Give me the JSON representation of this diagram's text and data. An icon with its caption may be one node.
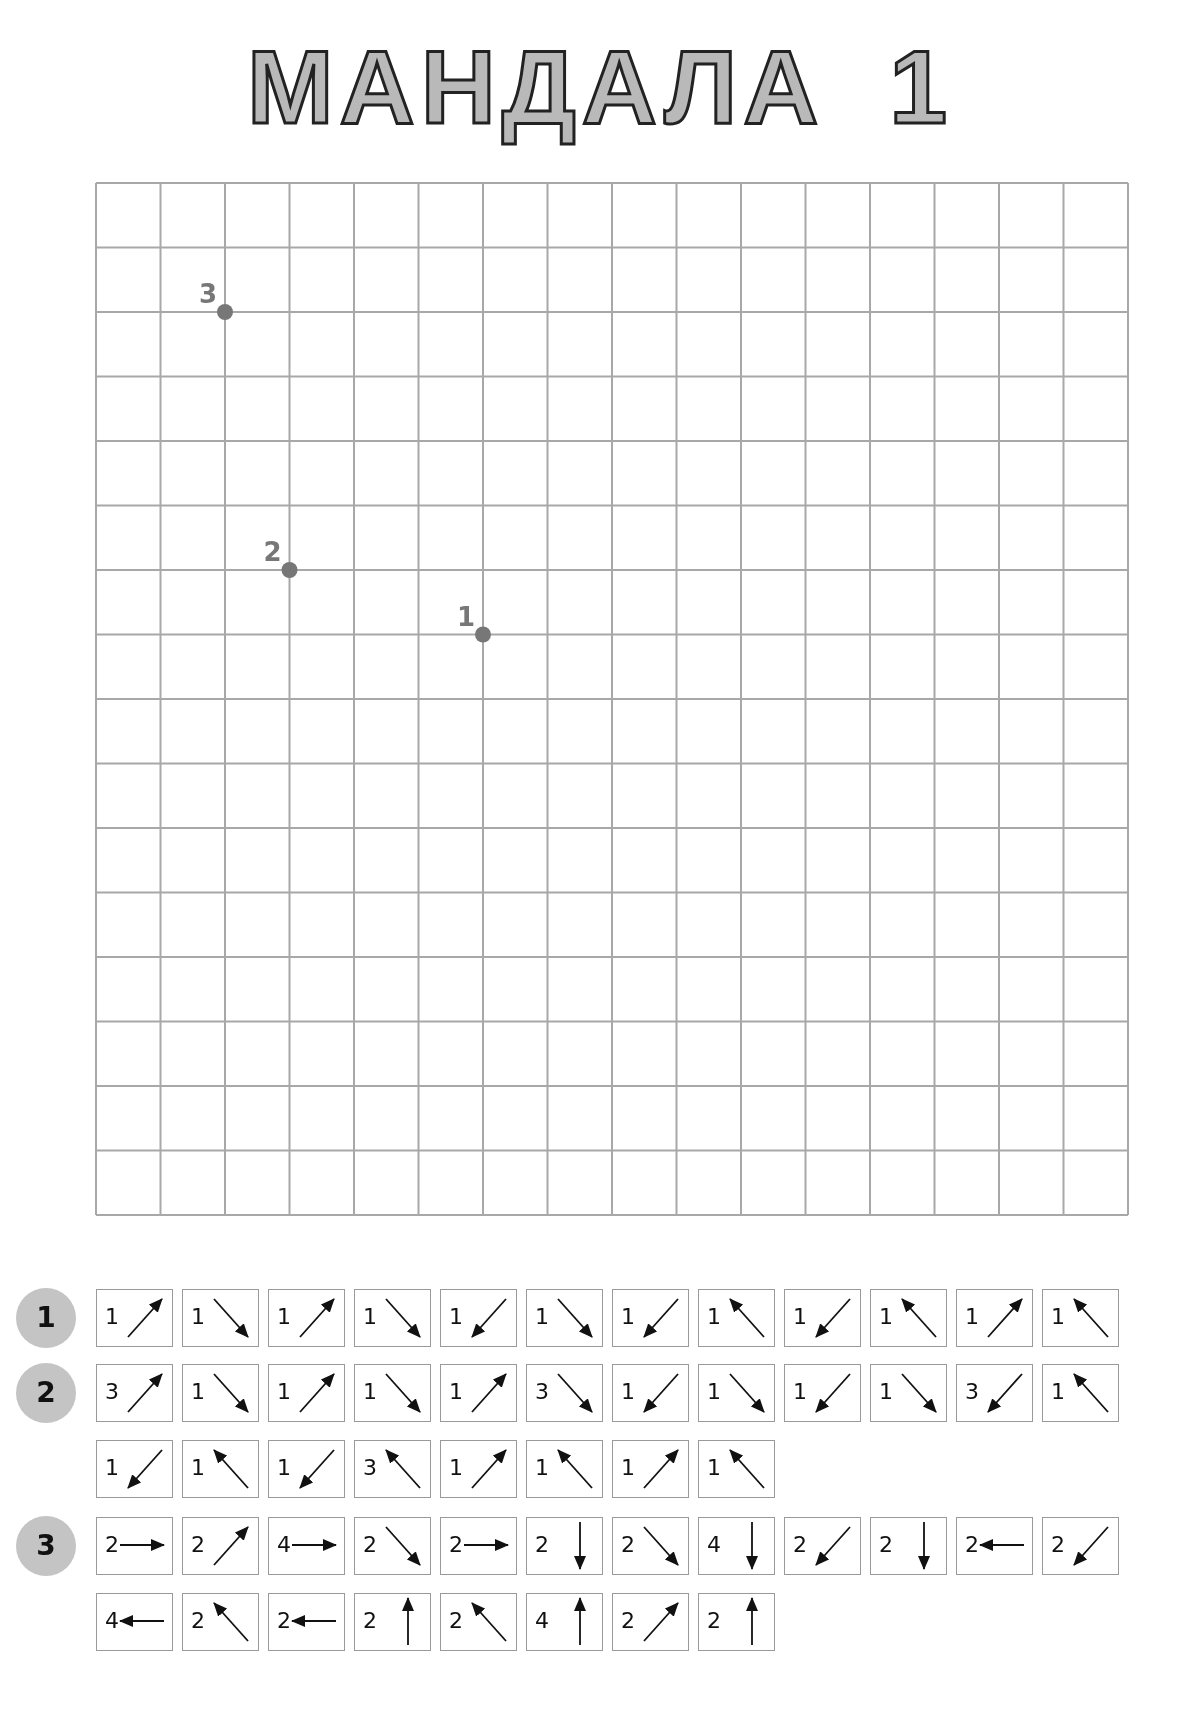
{
  "diagram": {
    "title": "МАНДАЛА 1",
    "nodes": [
      {
        "text": [
          "1"
        ]
      },
      {
        "text": [
          "1"
        ]
      },
      {
        "text": [
          "1"
        ]
      },
      {
        "text": [
          "1"
        ]
      },
      {
        "text": [
          "1"
        ]
      },
      {
        "text": [
          "1"
        ]
      },
      {
        "text": [
          "1"
        ]
      },
      {
        "text": [
          "1"
        ]
      },
      {
        "text": [
          "1"
        ]
      },
      {
        "text": [
          "1"
        ]
      },
      {
        "text": [
          "1"
        ]
      },
      {
        "text": [
          "1"
        ]
      },
      {
        "text": [
          "1"
        ]
      },
      {
        "text": [
          "2"
        ]
      },
      {
        "text": [
          "3"
        ]
      },
      {
        "text": [
          "1"
        ]
      },
      {
        "text": [
          "1"
        ]
      },
      {
        "text": [
          "1"
        ]
      },
      {
        "text": [
          "1"
        ]
      },
      {
        "text": [
          "3"
        ]
      },
      {
        "text": [
          "1"
        ]
      },
      {
        "text": [
          "1"
        ]
      },
      {
        "text": [
          "1"
        ]
      },
      {
        "text": [
          "1"
        ]
      },
      {
        "text": [
          "3"
        ]
      },
      {
        "text": [
          "1"
        ]
      },
      {
        "text": [
          "1"
        ]
      },
      {
        "text": [
          "1"
        ]
      },
      {
        "text": [
          "1"
        ]
      },
      {
        "text": [
          "3"
        ]
      },
      {
        "text": [
          "1"
        ]
      },
      {
        "text": [
          "1"
        ]
      },
      {
        "text": [
          "1"
        ]
      },
      {
        "text": [
          "1"
        ]
      },
      {
        "text": [
          "3"
        ]
      },
      {
        "text": [
          "2"
        ]
      },
      {
        "text": [
          "2"
        ]
      },
      {
        "text": [
          "4"
        ]
      },
      {
        "text": [
          "2"
        ]
      },
      {
        "text": [
          "2"
        ]
      },
      {
        "text": [
          "2"
        ]
      },
      {
        "text": [
          "2"
        ]
      },
      {
        "text": [
          "4"
        ]
      },
      {
        "text": [
          "2"
        ]
      },
      {
        "text": [
          "2"
        ]
      },
      {
        "text": [
          "2"
        ]
      },
      {
        "text": [
          "2"
        ]
      },
      {
        "text": [
          "4"
        ]
      },
      {
        "text": [
          "2"
        ]
      },
      {
        "text": [
          "2"
        ]
      },
      {
        "text": [
          "2"
        ]
      },
      {
        "text": [
          "2"
        ]
      },
      {
        "text": [
          "4"
        ]
      },
      {
        "text": [
          "2"
        ]
      },
      {
        "text": [
          "2"
        ]
      }
    ],
    "labels": [
      "3",
      "2",
      "1"
    ]
  }
}
